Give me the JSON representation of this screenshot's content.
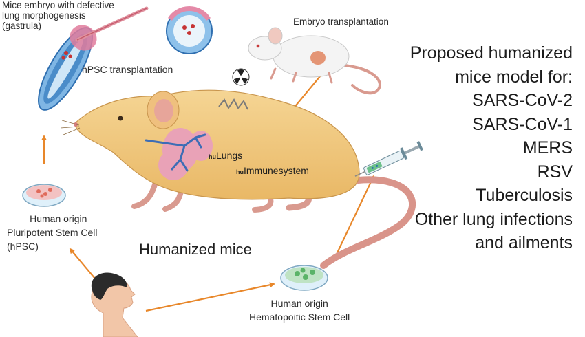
{
  "labels": {
    "embryo_defective": [
      "Mice embryo with defective",
      "lung morphogenesis",
      "(gastrula)"
    ],
    "embryo_transplantation": "Embryo transplantation",
    "hpsc_transplantation": "hPSC  transplantation",
    "hu_prefix": "hu",
    "lungs": "Lungs",
    "immune_system": "Immunesystem",
    "hpsc_source": [
      "Human origin",
      "Pluripotent Stem Cell",
      "(hPSC)"
    ],
    "humanized_mice": "Humanized mice",
    "hsc_source": [
      "Human origin",
      "Hematopoitic Stem Cell"
    ]
  },
  "model_list": {
    "heading_lines": [
      "Proposed humanized",
      "mice model for:"
    ],
    "items": [
      "SARS-CoV-2",
      "SARS-CoV-1",
      "MERS",
      "RSV",
      "Tuberculosis",
      "Other lung infections",
      "and ailments"
    ]
  },
  "icons": [
    "embryo-icon",
    "blastocyst-icon",
    "white-mouse-icon",
    "radiation-icon",
    "humanized-mouse-icon",
    "lungs-icon",
    "syringe-icon",
    "petri-dish-hpsc-icon",
    "petri-dish-hsc-icon",
    "human-head-icon"
  ],
  "colors": {
    "arrow": "#e8872a",
    "mouse_body": "#f0c97a",
    "lungs": "#e9a2b7",
    "airway": "#3d6db5",
    "embryo_blue": "#4a8cc9",
    "dish_red": "#e06a5a",
    "dish_green": "#5bb368"
  }
}
